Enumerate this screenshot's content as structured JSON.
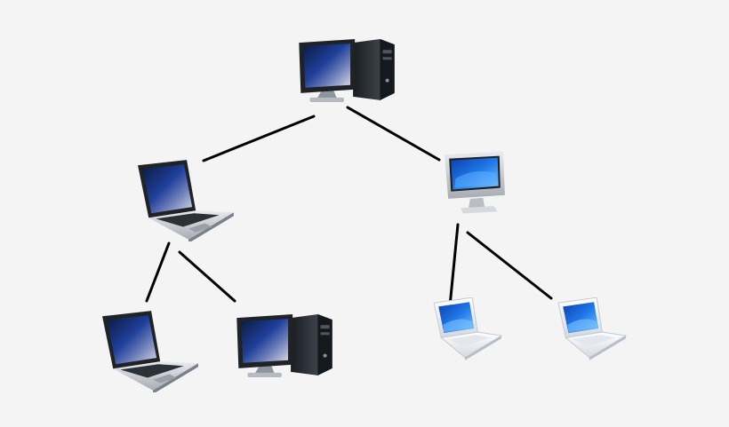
{
  "diagram": {
    "type": "tree-network",
    "root": {
      "device": "desktop-pc",
      "children": [
        {
          "device": "laptop-dark",
          "children": [
            {
              "device": "laptop-dark"
            },
            {
              "device": "desktop-pc"
            }
          ]
        },
        {
          "device": "all-in-one-monitor",
          "children": [
            {
              "device": "laptop-white"
            },
            {
              "device": "laptop-white"
            }
          ]
        }
      ]
    }
  },
  "colors": {
    "background": "#f4f4f5",
    "connector": "#000000",
    "screen_blue": "#1e56c8",
    "screen_dark": "#0c1a3d",
    "bezel_dark": "#1f2328",
    "tower": "#2b2f36",
    "silver": "#c9ccd1",
    "white_body": "#f2f4f7"
  },
  "icons": [
    "desktop-pc-icon",
    "laptop-icon",
    "all-in-one-monitor-icon",
    "white-laptop-icon"
  ]
}
